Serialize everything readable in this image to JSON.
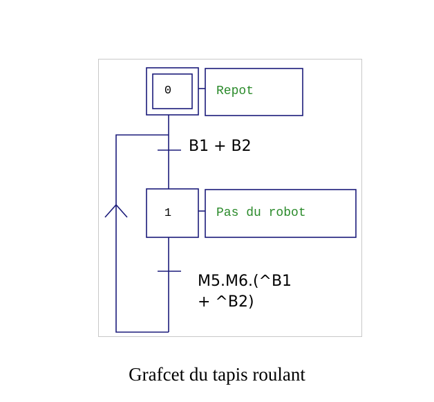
{
  "colors": {
    "line": "#1a1a7a",
    "action_text": "#2a8a2a",
    "text": "#000000",
    "frame": "#c8c8c8"
  },
  "steps": [
    {
      "number": "0",
      "initial": true,
      "action": "Repot"
    },
    {
      "number": "1",
      "initial": false,
      "action": "Pas du robot"
    }
  ],
  "transitions": [
    {
      "condition_lines": [
        "B1 + B2"
      ]
    },
    {
      "condition_lines": [
        "M5.M6.(^B1",
        "+ ^B2)"
      ]
    }
  ],
  "caption": "Grafcet du tapis roulant"
}
